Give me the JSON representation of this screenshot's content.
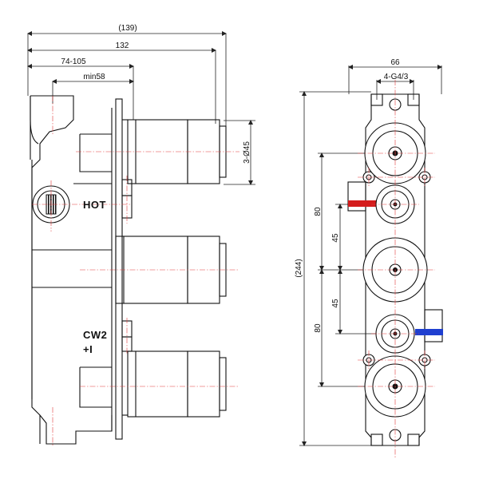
{
  "side_view": {
    "dimensions": {
      "overall": "(139)",
      "length": "132",
      "range": "74-105",
      "min": "min58",
      "outlet": "3-Ø45"
    },
    "labels": {
      "hot": "HOT",
      "cw2": "CW2",
      "plus_one": "+I"
    }
  },
  "front_view": {
    "dimensions": {
      "width": "66",
      "thread": "4-G4/3",
      "height": "(244)",
      "pitch_upper": "80",
      "pitch_mid_upper": "45",
      "pitch_mid_lower": "45",
      "pitch_lower": "80"
    }
  },
  "colors": {
    "hot_indicator": "#d41c1c",
    "cold_indicator": "#1f3fd0",
    "centerline": "#e23b3b"
  }
}
